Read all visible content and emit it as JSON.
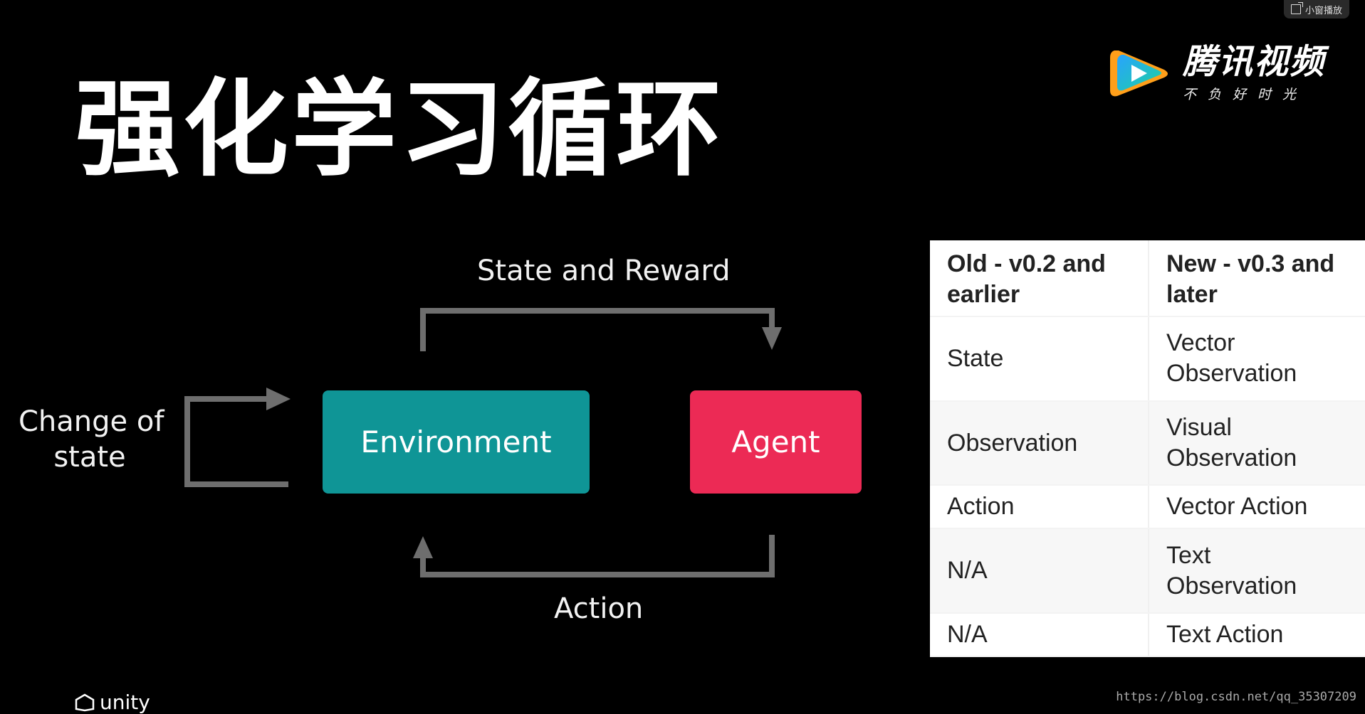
{
  "slide": {
    "title": "强化学习循环"
  },
  "player": {
    "mini_window_label": "小窗播放"
  },
  "logo": {
    "name": "腾讯视频",
    "slogan": "不负好时光",
    "icon": "play-triangle-icon"
  },
  "diagram": {
    "top_label": "State and Reward",
    "bottom_label": "Action",
    "left_label_line1": "Change of",
    "left_label_line2": "state",
    "environment_label": "Environment",
    "agent_label": "Agent",
    "colors": {
      "environment": "#0f9596",
      "agent": "#ec2a55",
      "arrow": "#6e6e6e"
    }
  },
  "table": {
    "headers": [
      "Old - v0.2 and earlier",
      "New - v0.3 and later"
    ],
    "rows": [
      [
        "State",
        "Vector Observation"
      ],
      [
        "Observation",
        "Visual Observation"
      ],
      [
        "Action",
        "Vector Action"
      ],
      [
        "N/A",
        "Text Observation"
      ],
      [
        "N/A",
        "Text Action"
      ]
    ]
  },
  "footer": {
    "watermark": "https://blog.csdn.net/qq_35307209",
    "brand": "unity"
  }
}
